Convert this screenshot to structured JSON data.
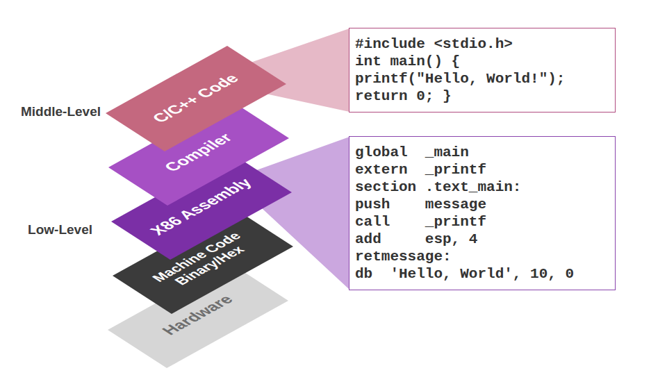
{
  "diagram": {
    "nodes": [
      {
        "text": [
          "C/C++ Code"
        ]
      },
      {
        "text": [
          "Compiler"
        ]
      },
      {
        "text": [
          "X86 Assembly"
        ]
      },
      {
        "text": [
          "Machine Code Binary/Hex"
        ]
      },
      {
        "text": [
          "Hardware"
        ]
      },
      {
        "text": [
          "#include <stdio.h>",
          "int main() {",
          "printf(\"Hello, World!\");",
          "return 0; }"
        ]
      },
      {
        "text": [
          "global  _main",
          "extern  _printf",
          "section .text_main:",
          "push    message",
          "call    _printf",
          "add     esp, 4",
          "retmessage:",
          "db  'Hello, World', 10, 0"
        ]
      }
    ],
    "edges": [
      {
        "from": 0,
        "to": 5,
        "arrow": "none"
      },
      {
        "from": 2,
        "to": 6,
        "arrow": "none"
      }
    ],
    "labels": [
      "Middle-Level",
      "Low-Level"
    ]
  }
}
